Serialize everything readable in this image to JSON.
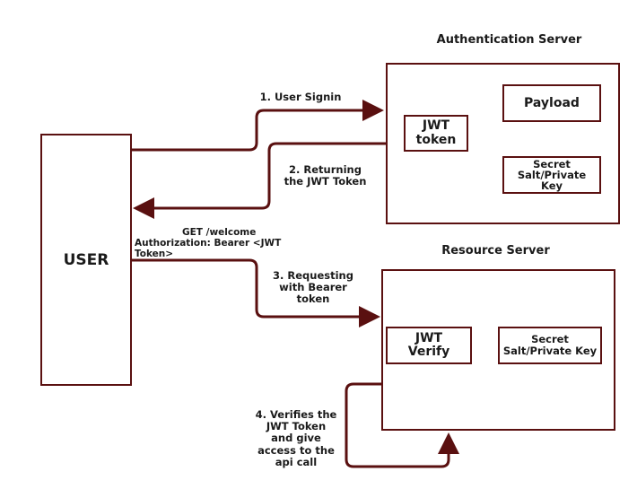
{
  "titles": {
    "auth_server": "Authentication Server",
    "resource_server": "Resource Server"
  },
  "nodes": {
    "user": "USER",
    "jwt_token_l1": "JWT",
    "jwt_token_l2": "token",
    "payload": "Payload",
    "secret_auth_l1": "Secret",
    "secret_auth_l2": "Salt/Private",
    "secret_auth_l3": "Key",
    "jwt_verify_l1": "JWT",
    "jwt_verify_l2": "Verify",
    "secret_res_l1": "Secret",
    "secret_res_l2": "Salt/Private Key"
  },
  "edges": {
    "step1": "1. User Signin",
    "step2_l1": "2. Returning",
    "step2_l2": "the JWT Token",
    "request_l1": "GET /welcome",
    "request_l2": "Authorization: Bearer <JWT Token>",
    "step3_l1": "3. Requesting",
    "step3_l2": "with Bearer",
    "step3_l3": "token",
    "step4_l1": "4. Verifies the",
    "step4_l2": "JWT Token",
    "step4_l3": "and give",
    "step4_l4": "access to the",
    "step4_l5": "api call"
  },
  "colors": {
    "stroke": "#5a1010"
  }
}
